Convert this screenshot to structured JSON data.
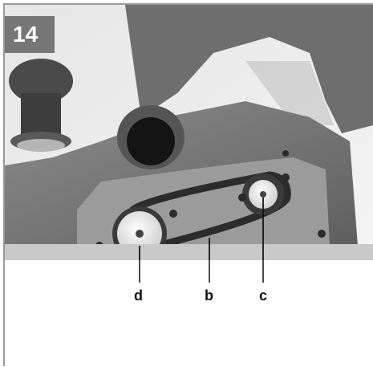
{
  "figure": {
    "number": "14",
    "badge_color": "#777777",
    "frame_color": "#9a9a9a"
  },
  "callouts": {
    "d": "d",
    "b": "b",
    "c": "c"
  },
  "photo": {
    "subject": "planer-belt-drive-photo"
  }
}
